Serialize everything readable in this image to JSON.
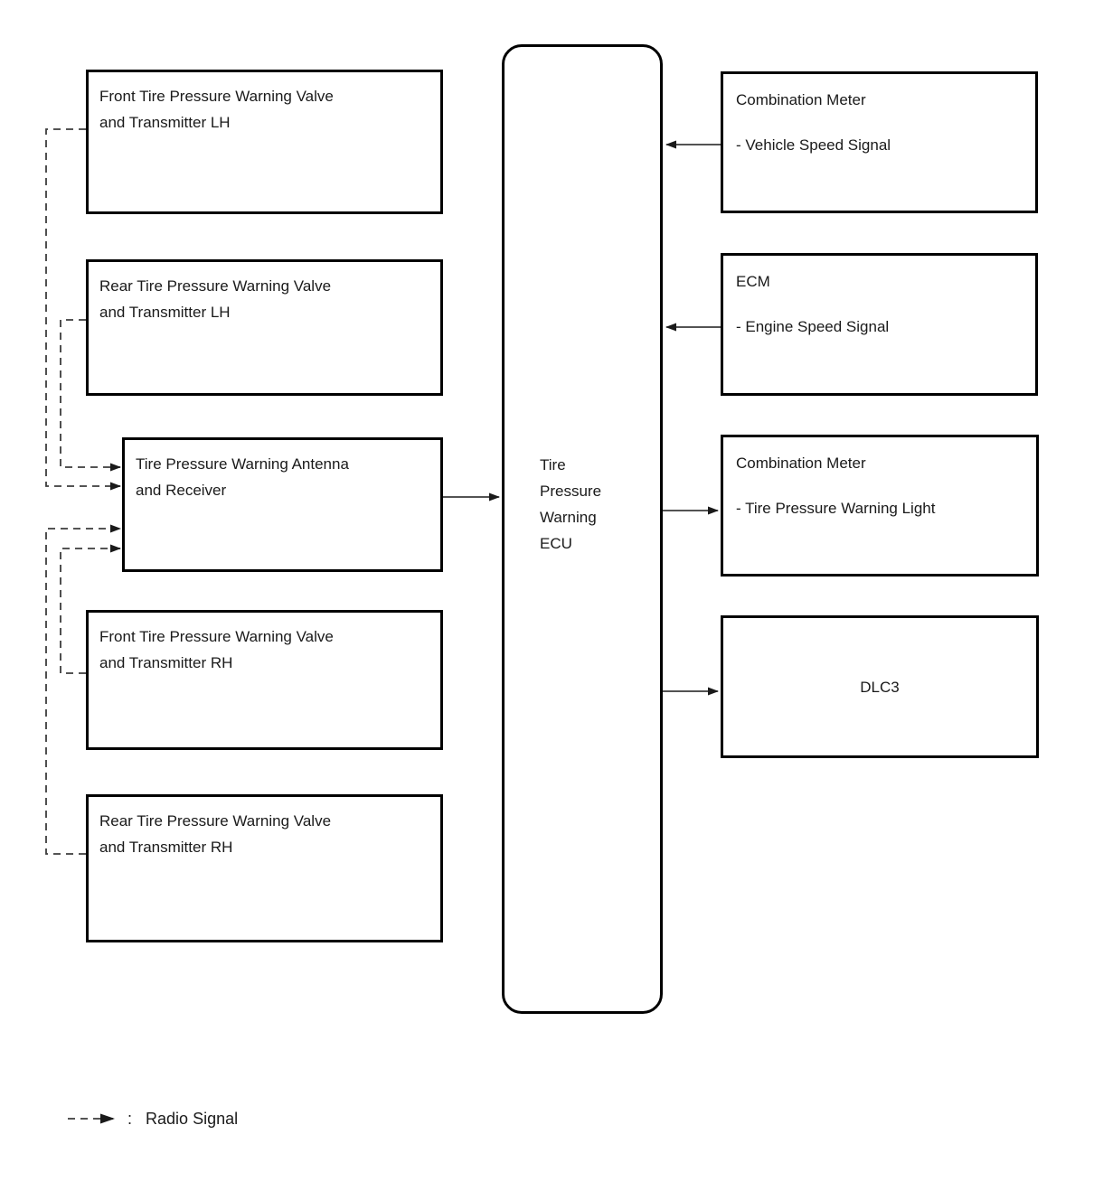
{
  "colors": {
    "background": "#ffffff",
    "box_border": "#000000",
    "text": "#1a1a1a",
    "solid_line": "#1a1a1a",
    "dashed_line": "#3c3c3c"
  },
  "left_column": {
    "front_lh": {
      "line1": "Front Tire Pressure Warning Valve",
      "line2": "and Transmitter LH"
    },
    "rear_lh": {
      "line1": "Rear Tire Pressure Warning Valve",
      "line2": "and Transmitter LH"
    },
    "antenna": {
      "line1": "Tire Pressure Warning Antenna",
      "line2": "and Receiver"
    },
    "front_rh": {
      "line1": "Front Tire Pressure Warning Valve",
      "line2": "and Transmitter RH"
    },
    "rear_rh": {
      "line1": "Rear Tire Pressure Warning Valve",
      "line2": "and Transmitter RH"
    }
  },
  "ecu": {
    "line1": "Tire",
    "line2": "Pressure",
    "line3": "Warning",
    "line4": "ECU"
  },
  "right_column": {
    "combination_meter_speed": {
      "title": "Combination Meter",
      "signal": "- Vehicle Speed Signal"
    },
    "ecm": {
      "title": "ECM",
      "signal": "- Engine Speed Signal"
    },
    "combination_meter_light": {
      "title": "Combination Meter",
      "signal": "- Tire Pressure Warning Light"
    },
    "dlc3": {
      "label": "DLC3"
    }
  },
  "legend": {
    "colon": ":",
    "label": "Radio Signal"
  }
}
